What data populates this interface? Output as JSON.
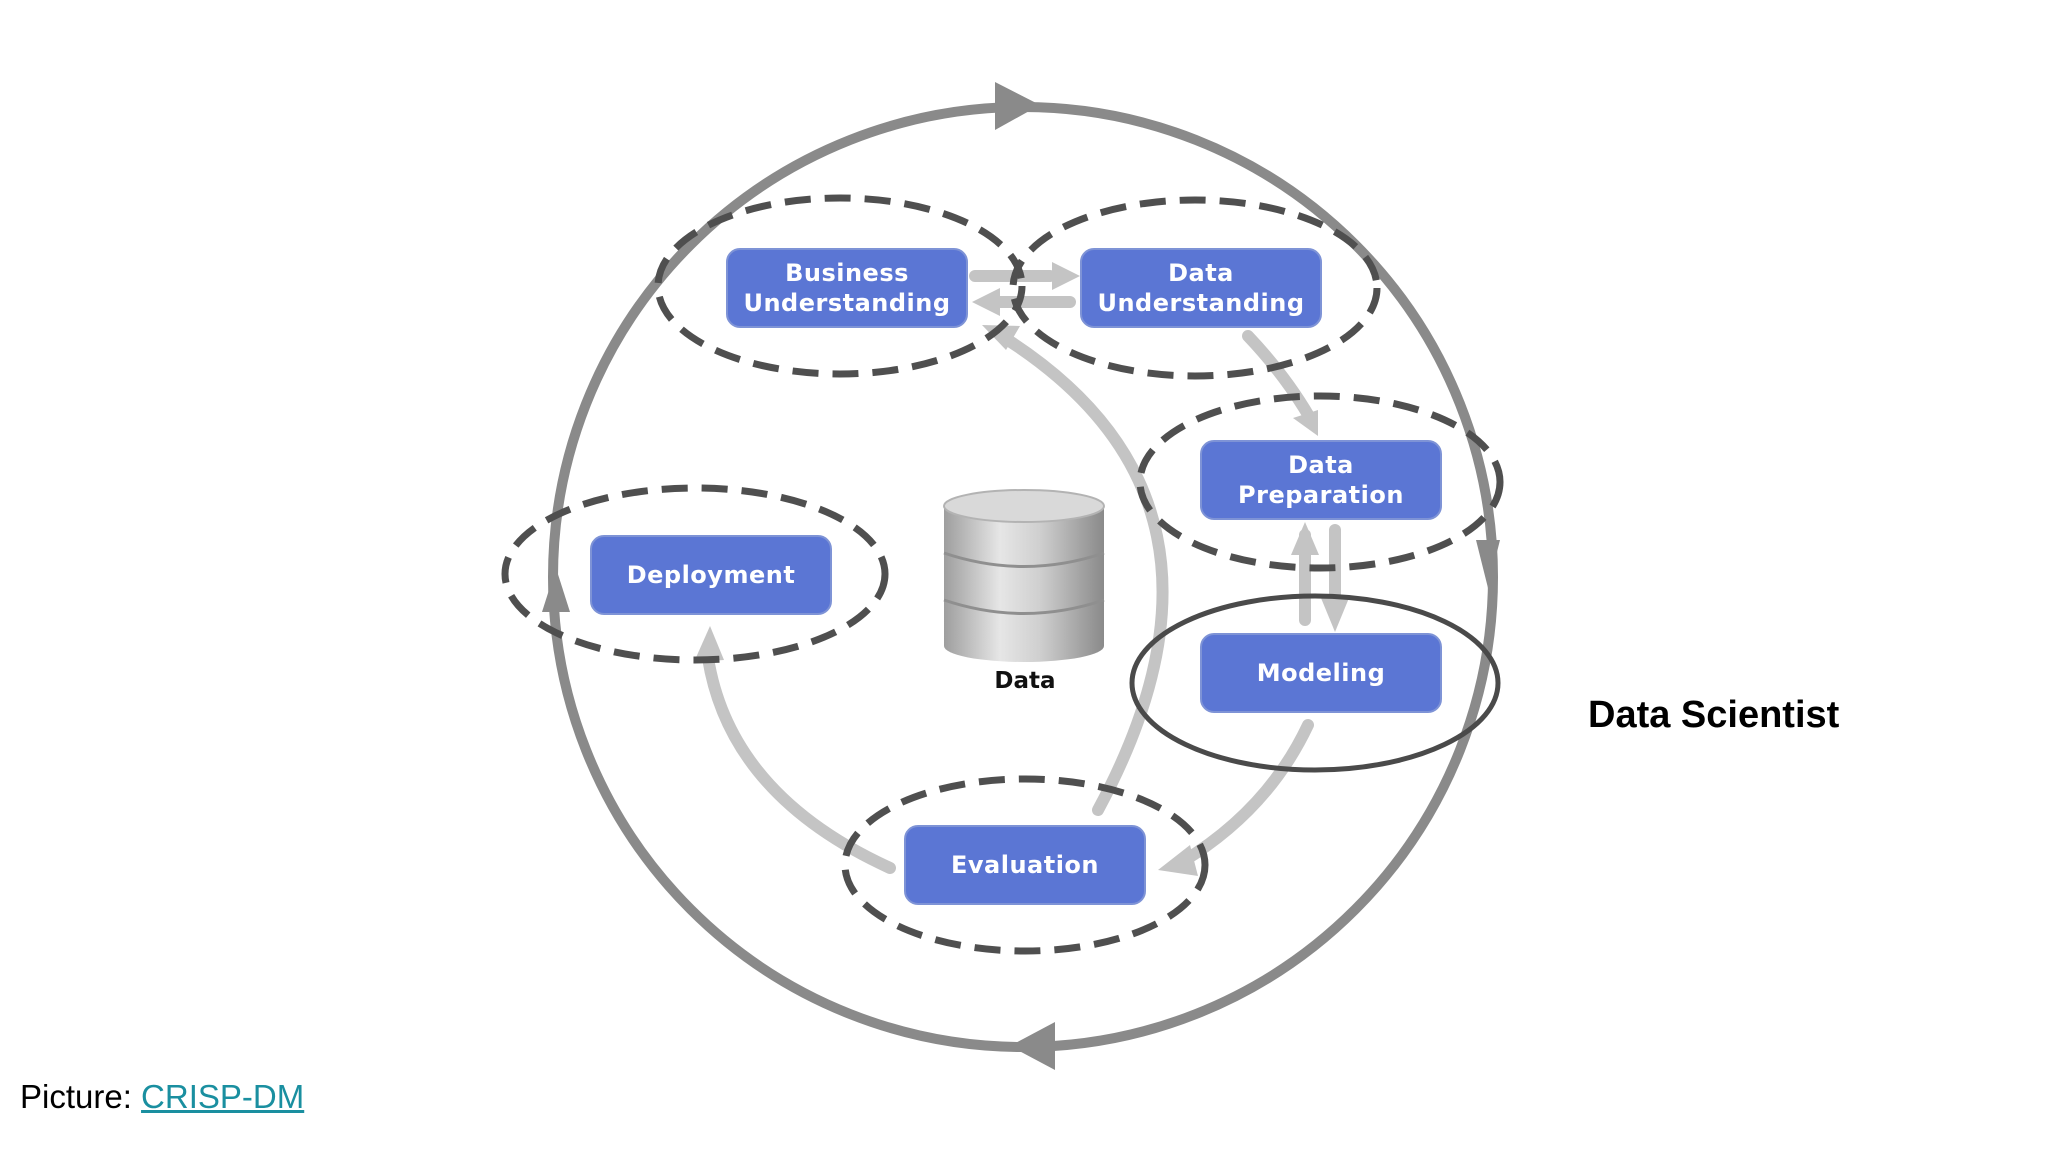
{
  "diagram": {
    "phases": {
      "business_understanding": [
        "Business",
        "Understanding"
      ],
      "data_understanding": [
        "Data",
        "Understanding"
      ],
      "data_preparation": [
        "Data",
        "Preparation"
      ],
      "modeling": "Modeling",
      "evaluation": "Evaluation",
      "deployment": "Deployment"
    },
    "center_label": "Data",
    "highlighted_phase": "Modeling",
    "colors": {
      "phase_fill": "#5b76d4",
      "outer_cycle": "#8a8a8a",
      "inner_arrows": "#c4c4c4",
      "dashed_ellipse": "#4f4f4f",
      "highlight_ellipse": "#4a4a4a"
    }
  },
  "role_label": "Data Scientist",
  "caption": {
    "prefix": "Picture: ",
    "link_text": "CRISP-DM",
    "link_color": "#1a8fa0"
  }
}
